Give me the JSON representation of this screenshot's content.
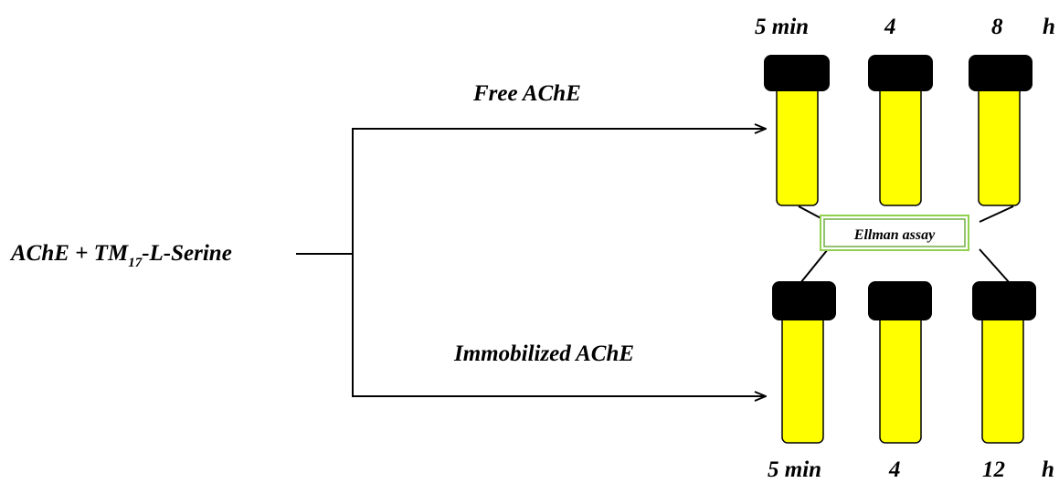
{
  "reagent": {
    "main": "AChE + TM",
    "subscript": "17",
    "suffix": "-L-Serine"
  },
  "branches": {
    "free": "Free AChE",
    "immobilized": "Immobilized AChE"
  },
  "assay": {
    "label": "Ellman assay"
  },
  "top_times": [
    "5 min",
    "4",
    "8",
    "h"
  ],
  "bottom_times": [
    "5 min",
    "4",
    "12",
    "h"
  ],
  "colors": {
    "tube_body": "#ffff00",
    "tube_cap": "#000000",
    "assay_border": "#70ad47",
    "line": "#000000"
  }
}
